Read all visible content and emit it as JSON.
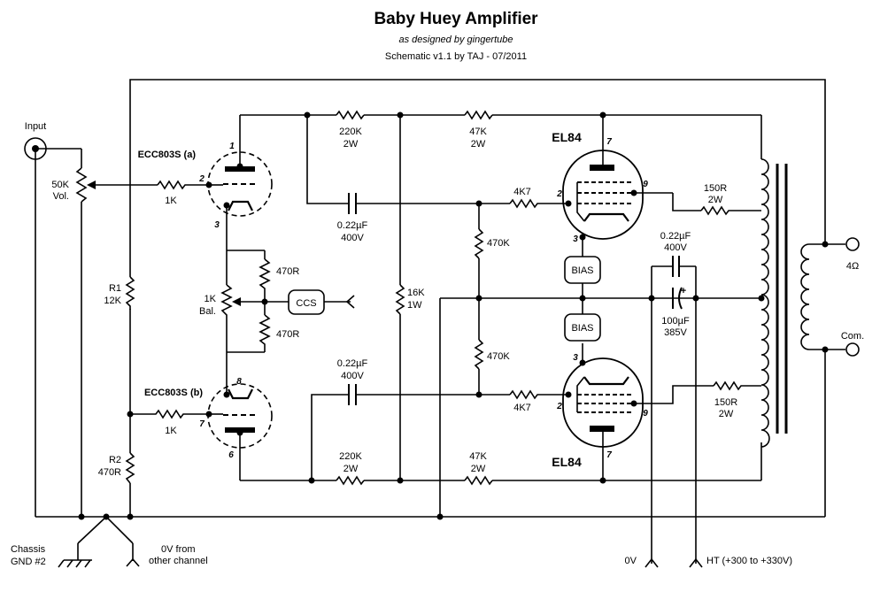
{
  "header": {
    "title": "Baby Huey Amplifier",
    "subtitle": "as designed by gingertube",
    "revision": "Schematic v1.1 by TAJ - 07/2011"
  },
  "labels": {
    "input": "Input",
    "vol_value": "50K",
    "vol_name": "Vol.",
    "r_in_a": "1K",
    "r_in_b": "1K",
    "tube_a": "ECC803S (a)",
    "tube_b": "ECC803S (b)",
    "bal_value": "1K",
    "bal_name": "Bal.",
    "bal_r_top": "470R",
    "bal_r_bot": "470R",
    "ccs": "CCS",
    "r1_name": "R1",
    "r1_value": "12K",
    "r2_name": "R2",
    "r2_value": "470R",
    "r_top_220k_value": "220K",
    "r_top_220k_power": "2W",
    "r_top_47k_value": "47K",
    "r_top_47k_power": "2W",
    "r_bot_220k_value": "220K",
    "r_bot_220k_power": "2W",
    "r_bot_47k_value": "47K",
    "r_bot_47k_power": "2W",
    "c_top_value": "0.22µF",
    "c_top_voltage": "400V",
    "c_bot_value": "0.22µF",
    "c_bot_voltage": "400V",
    "r16k_value": "16K",
    "r16k_power": "1W",
    "r4k7_top": "4K7",
    "r4k7_bot": "4K7",
    "r470k_top": "470K",
    "r470k_bot": "470K",
    "el84_top": "EL84",
    "el84_bot": "EL84",
    "bias_top": "BIAS",
    "bias_bot": "BIAS",
    "r150_top_value": "150R",
    "r150_top_power": "2W",
    "r150_bot_value": "150R",
    "r150_bot_power": "2W",
    "c_film_value": "0.22µF",
    "c_film_voltage": "400V",
    "c_elec_value": "100µF",
    "c_elec_voltage": "385V",
    "c_elec_plus": "+",
    "out_4ohm": "4Ω",
    "out_com": "Com.",
    "chassis_line1": "Chassis",
    "chassis_line2": "GND #2",
    "zero_v_from_line1": "0V from",
    "zero_v_from_line2": "other channel",
    "zero_v": "0V",
    "ht": "HT  (+300 to +330V)"
  },
  "pins": {
    "a_plate": "1",
    "a_grid": "2",
    "a_cathode": "3",
    "b_plate": "6",
    "b_grid": "7",
    "b_cathode": "8",
    "el_top_plate": "7",
    "el_top_grid": "2",
    "el_top_cathode": "3",
    "el_top_screen": "9",
    "el_bot_plate": "7",
    "el_bot_grid": "2",
    "el_bot_cathode": "3",
    "el_bot_screen": "9"
  }
}
